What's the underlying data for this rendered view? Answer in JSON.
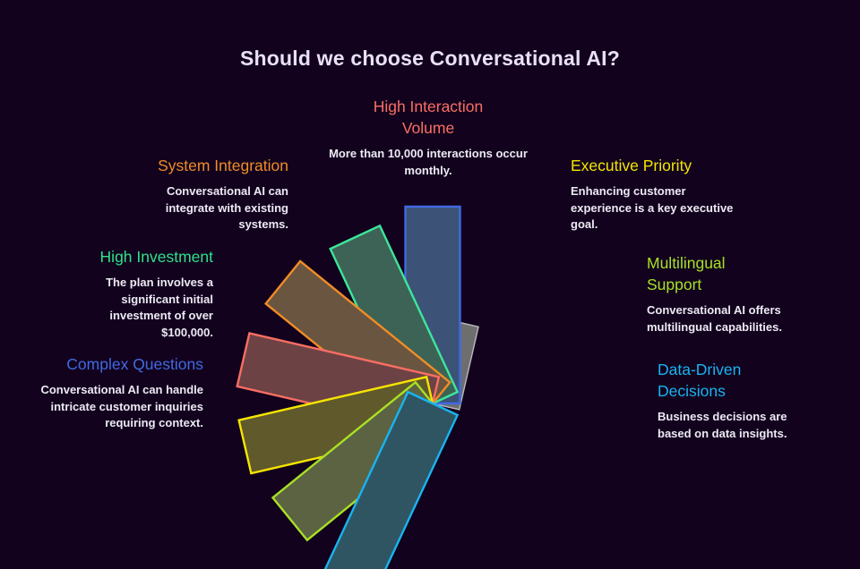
{
  "chart_title": "Should we choose Conversational AI?",
  "background_color": "#12021e",
  "title_color": "#e8e0f5",
  "body_text_color": "#eceaf3",
  "chart_data": {
    "type": "bar",
    "subtype": "radial-fan",
    "title": "Should we choose Conversational AI?",
    "xlabel": "",
    "ylabel": "",
    "grid": false,
    "legend": "none",
    "center": [
      483,
      451
    ],
    "categories": [
      "Complex Questions",
      "High Investment",
      "System Integration",
      "High Interaction Volume",
      "Executive Priority",
      "Multilingual Support",
      "Data-Driven Decisions"
    ],
    "values": [
      220,
      205,
      215,
      217,
      215,
      205,
      220
    ],
    "petals": [
      {
        "key": "complex-questions",
        "label": "Complex Questions",
        "angle": -90,
        "length": 220,
        "width": 61,
        "color": "#4169e1",
        "fill": "#3c5276"
      },
      {
        "key": "high-investment",
        "label": "High Investment",
        "angle": -115,
        "length": 205,
        "width": 61,
        "color": "#3ce69a",
        "fill": "#3d6356"
      },
      {
        "key": "system-integration",
        "label": "System Integration",
        "angle": -141,
        "length": 215,
        "width": 61,
        "color": "#f08c26",
        "fill": "#6a5540"
      },
      {
        "key": "high-interaction-volume",
        "label": "High Interaction Volume",
        "angle": -167,
        "length": 217,
        "width": 61,
        "color": "#fa6e63",
        "fill": "#6d4245"
      },
      {
        "key": "executive-priority",
        "label": "Executive Priority",
        "angle": 167,
        "length": 215,
        "width": 61,
        "color": "#f5e500",
        "fill": "#60592c"
      },
      {
        "key": "multilingual-support",
        "label": "Multilingual Support",
        "angle": 141,
        "length": 205,
        "width": 61,
        "color": "#a8e024",
        "fill": "#5b6343"
      },
      {
        "key": "data-driven-decisions",
        "label": "Data-Driven Decisions",
        "angle": 115,
        "length": 220,
        "width": 61,
        "color": "#18b4f0",
        "fill": "#2f5563"
      }
    ],
    "underlay_color": "#6e6e6e",
    "underlay_stroke": "#b9b9b9"
  },
  "callouts": {
    "high_interaction_volume": {
      "heading": "High Interaction\nVolume",
      "body": "More than 10,000 interactions occur monthly.",
      "color": "#fa6e63",
      "align": "center"
    },
    "system_integration": {
      "heading": "System Integration",
      "body": "Conversational AI can integrate with existing systems.",
      "color": "#f08c26",
      "align": "right"
    },
    "high_investment": {
      "heading": "High Investment",
      "body": "The plan involves a significant initial investment of over $100,000.",
      "color": "#2fe08a",
      "align": "right"
    },
    "complex_questions": {
      "heading": "Complex Questions",
      "body": "Conversational AI can handle intricate customer inquiries requiring context.",
      "color": "#4169e1",
      "align": "right"
    },
    "executive_priority": {
      "heading": "Executive Priority",
      "body": "Enhancing customer experience is a key executive goal.",
      "color": "#f5e500",
      "align": "left"
    },
    "multilingual_support": {
      "heading": "Multilingual\nSupport",
      "body": "Conversational AI offers multilingual capabilities.",
      "color": "#a8e024",
      "align": "left"
    },
    "data_driven_decisions": {
      "heading": "Data-Driven\nDecisions",
      "body": "Business decisions are based on data insights.",
      "color": "#18b4f0",
      "align": "left"
    }
  }
}
